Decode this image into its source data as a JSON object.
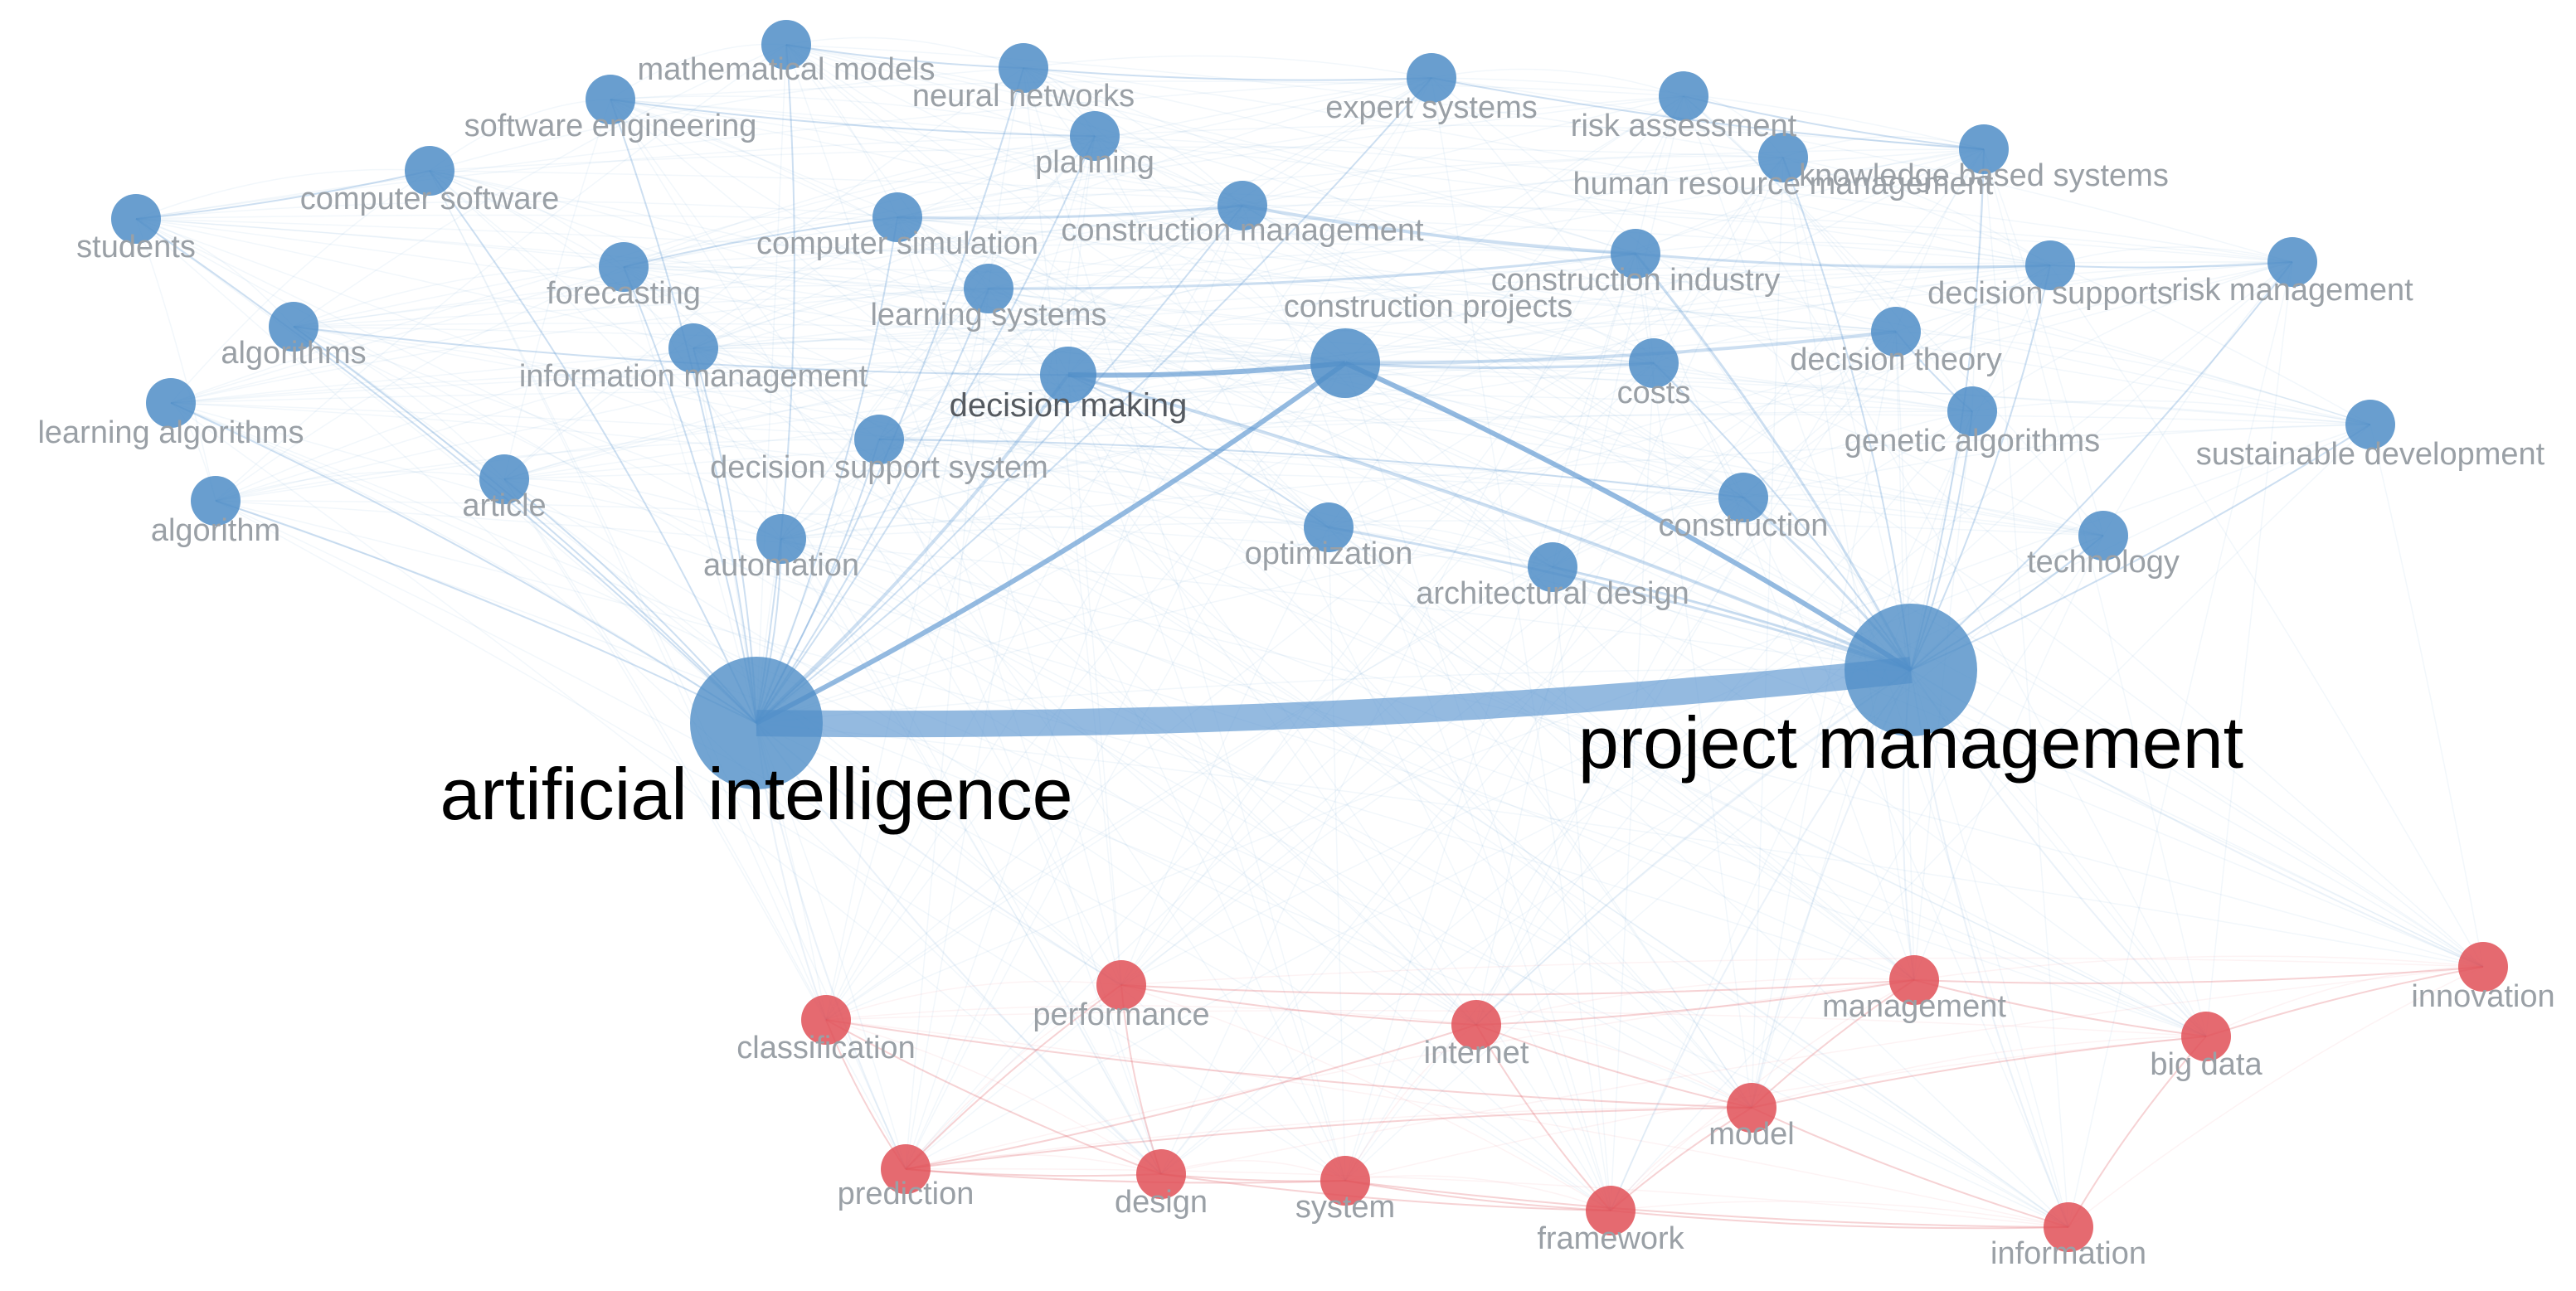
{
  "colors": {
    "cluster_blue": "#4f8dc7",
    "cluster_red": "#e05057",
    "edge_blue": "#5b95cf",
    "edge_red": "#e26a70",
    "label_minor": "#9aa0a6",
    "label_major": "#000000"
  },
  "nodes": [
    {
      "id": "artificial-intelligence",
      "label": "artificial intelligence",
      "cluster": "blue",
      "weight": 5
    },
    {
      "id": "project-management",
      "label": "project management",
      "cluster": "blue",
      "weight": 5
    },
    {
      "id": "decision-making",
      "label": "decision making",
      "cluster": "blue",
      "weight": 3
    },
    {
      "id": "construction-projects",
      "label": "construction projects",
      "cluster": "blue",
      "weight": 3
    },
    {
      "id": "mathematical-models",
      "label": "mathematical models",
      "cluster": "blue",
      "weight": 2
    },
    {
      "id": "neural-networks",
      "label": "neural networks",
      "cluster": "blue",
      "weight": 2
    },
    {
      "id": "expert-systems",
      "label": "expert systems",
      "cluster": "blue",
      "weight": 2
    },
    {
      "id": "risk-assessment",
      "label": "risk assessment",
      "cluster": "blue",
      "weight": 2
    },
    {
      "id": "software-engineering",
      "label": "software engineering",
      "cluster": "blue",
      "weight": 2
    },
    {
      "id": "planning",
      "label": "planning",
      "cluster": "blue",
      "weight": 2
    },
    {
      "id": "knowledge-based-systems",
      "label": "knowledge based systems",
      "cluster": "blue",
      "weight": 2
    },
    {
      "id": "human-resource-management",
      "label": "human resource management",
      "cluster": "blue",
      "weight": 2
    },
    {
      "id": "computer-software",
      "label": "computer software",
      "cluster": "blue",
      "weight": 2
    },
    {
      "id": "students",
      "label": "students",
      "cluster": "blue",
      "weight": 2
    },
    {
      "id": "computer-simulation",
      "label": "computer simulation",
      "cluster": "blue",
      "weight": 2
    },
    {
      "id": "construction-management",
      "label": "construction management",
      "cluster": "blue",
      "weight": 2
    },
    {
      "id": "forecasting",
      "label": "forecasting",
      "cluster": "blue",
      "weight": 2
    },
    {
      "id": "construction-industry",
      "label": "construction industry",
      "cluster": "blue",
      "weight": 2
    },
    {
      "id": "decision-supports",
      "label": "decision supports",
      "cluster": "blue",
      "weight": 2
    },
    {
      "id": "risk-management",
      "label": "risk management",
      "cluster": "blue",
      "weight": 2
    },
    {
      "id": "algorithms",
      "label": "algorithms",
      "cluster": "blue",
      "weight": 2
    },
    {
      "id": "learning-systems",
      "label": "learning systems",
      "cluster": "blue",
      "weight": 2
    },
    {
      "id": "information-management",
      "label": "information management",
      "cluster": "blue",
      "weight": 2
    },
    {
      "id": "decision-theory",
      "label": "decision theory",
      "cluster": "blue",
      "weight": 2
    },
    {
      "id": "costs",
      "label": "costs",
      "cluster": "blue",
      "weight": 2
    },
    {
      "id": "learning-algorithms",
      "label": "learning algorithms",
      "cluster": "blue",
      "weight": 2
    },
    {
      "id": "genetic-algorithms",
      "label": "genetic algorithms",
      "cluster": "blue",
      "weight": 2
    },
    {
      "id": "sustainable-development",
      "label": "sustainable development",
      "cluster": "blue",
      "weight": 2
    },
    {
      "id": "decision-support-system",
      "label": "decision support system",
      "cluster": "blue",
      "weight": 2
    },
    {
      "id": "algorithm",
      "label": "algorithm",
      "cluster": "blue",
      "weight": 2
    },
    {
      "id": "article",
      "label": "article",
      "cluster": "blue",
      "weight": 2
    },
    {
      "id": "automation",
      "label": "automation",
      "cluster": "blue",
      "weight": 2
    },
    {
      "id": "optimization",
      "label": "optimization",
      "cluster": "blue",
      "weight": 2
    },
    {
      "id": "architectural-design",
      "label": "architectural design",
      "cluster": "blue",
      "weight": 2
    },
    {
      "id": "construction",
      "label": "construction",
      "cluster": "blue",
      "weight": 2
    },
    {
      "id": "technology",
      "label": "technology",
      "cluster": "blue",
      "weight": 2
    },
    {
      "id": "performance",
      "label": "performance",
      "cluster": "red",
      "weight": 2
    },
    {
      "id": "classification",
      "label": "classification",
      "cluster": "red",
      "weight": 2
    },
    {
      "id": "internet",
      "label": "internet",
      "cluster": "red",
      "weight": 2
    },
    {
      "id": "management",
      "label": "management",
      "cluster": "red",
      "weight": 2
    },
    {
      "id": "innovation",
      "label": "innovation",
      "cluster": "red",
      "weight": 2
    },
    {
      "id": "big-data",
      "label": "big data",
      "cluster": "red",
      "weight": 2
    },
    {
      "id": "model",
      "label": "model",
      "cluster": "red",
      "weight": 2
    },
    {
      "id": "prediction",
      "label": "prediction",
      "cluster": "red",
      "weight": 2
    },
    {
      "id": "design",
      "label": "design",
      "cluster": "red",
      "weight": 2
    },
    {
      "id": "system",
      "label": "system",
      "cluster": "red",
      "weight": 2
    },
    {
      "id": "framework",
      "label": "framework",
      "cluster": "red",
      "weight": 2
    },
    {
      "id": "information",
      "label": "information",
      "cluster": "red",
      "weight": 2
    }
  ],
  "edges": [
    [
      "artificial-intelligence",
      "project-management",
      10
    ],
    [
      "artificial-intelligence",
      "construction-projects",
      3
    ],
    [
      "artificial-intelligence",
      "decision-making",
      2
    ],
    [
      "project-management",
      "construction-projects",
      3
    ],
    [
      "project-management",
      "decision-making",
      2
    ],
    [
      "decision-making",
      "construction-projects",
      3
    ],
    [
      "construction-projects",
      "decision-theory",
      2
    ],
    [
      "construction-projects",
      "costs",
      1.5
    ],
    [
      "construction-management",
      "construction-industry",
      2
    ],
    [
      "construction-simulation",
      "construction-management",
      1
    ],
    [
      "computer-simulation",
      "construction-management",
      1.5
    ],
    [
      "computer-simulation",
      "forecasting",
      1
    ],
    [
      "learning-systems",
      "construction-industry",
      1.5
    ],
    [
      "students",
      "computer-software",
      1
    ],
    [
      "algorithms",
      "decision-making",
      1
    ],
    [
      "construction-industry",
      "decision-supports",
      1.5
    ],
    [
      "decision-supports",
      "risk-management",
      1
    ],
    [
      "risk-assessment",
      "knowledge-based-systems",
      1
    ],
    [
      "expert-systems",
      "knowledge-based-systems",
      1
    ],
    [
      "neural-networks",
      "expert-systems",
      1
    ],
    [
      "mathematical-models",
      "neural-networks",
      1
    ],
    [
      "software-engineering",
      "planning",
      1
    ],
    [
      "decision-theory",
      "genetic-algorithms",
      1
    ],
    [
      "construction",
      "decision-support-system",
      1
    ],
    [
      "optimization",
      "decision-making",
      1
    ],
    [
      "project-management",
      "construction",
      1.5
    ],
    [
      "project-management",
      "architectural-design",
      1.5
    ],
    [
      "project-management",
      "optimization",
      1.5
    ],
    [
      "project-management",
      "construction-industry",
      1.5
    ],
    [
      "project-management",
      "knowledge-based-systems",
      1
    ],
    [
      "project-management",
      "technology",
      1
    ],
    [
      "project-management",
      "sustainable-development",
      1
    ],
    [
      "project-management",
      "risk-management",
      1
    ],
    [
      "project-management",
      "decision-supports",
      1
    ],
    [
      "project-management",
      "genetic-algorithms",
      1
    ],
    [
      "project-management",
      "human-resource-management",
      1
    ],
    [
      "project-management",
      "costs",
      1
    ],
    [
      "artificial-intelligence",
      "forecasting",
      1
    ],
    [
      "artificial-intelligence",
      "information-management",
      1
    ],
    [
      "artificial-intelligence",
      "algorithms",
      1
    ],
    [
      "artificial-intelligence",
      "learning-algorithms",
      1
    ],
    [
      "artificial-intelligence",
      "algorithm",
      1
    ],
    [
      "artificial-intelligence",
      "article",
      1
    ],
    [
      "artificial-intelligence",
      "automation",
      1
    ],
    [
      "artificial-intelligence",
      "decision-support-system",
      1
    ],
    [
      "artificial-intelligence",
      "learning-systems",
      1
    ],
    [
      "artificial-intelligence",
      "computer-simulation",
      1
    ],
    [
      "artificial-intelligence",
      "expert-systems",
      1
    ],
    [
      "artificial-intelligence",
      "neural-networks",
      1
    ],
    [
      "artificial-intelligence",
      "planning",
      1
    ],
    [
      "artificial-intelligence",
      "construction-management",
      1
    ],
    [
      "artificial-intelligence",
      "students",
      1
    ],
    [
      "artificial-intelligence",
      "mathematical-models",
      1
    ],
    [
      "artificial-intelligence",
      "software-engineering",
      1
    ],
    [
      "artificial-intelligence",
      "computer-software",
      1
    ],
    [
      "artificial-intelligence",
      "prediction",
      1
    ],
    [
      "artificial-intelligence",
      "classification",
      1
    ],
    [
      "artificial-intelligence",
      "design",
      1
    ],
    [
      "artificial-intelligence",
      "performance",
      1
    ],
    [
      "project-management",
      "management",
      1
    ],
    [
      "project-management",
      "big-data",
      1
    ],
    [
      "project-management",
      "innovation",
      1
    ],
    [
      "project-management",
      "information",
      1
    ],
    [
      "project-management",
      "model",
      1
    ],
    [
      "project-management",
      "framework",
      1
    ],
    [
      "project-management",
      "internet",
      1
    ],
    [
      "performance",
      "internet",
      1
    ],
    [
      "performance",
      "management",
      1
    ],
    [
      "performance",
      "design",
      1
    ],
    [
      "performance",
      "prediction",
      1
    ],
    [
      "classification",
      "prediction",
      1
    ],
    [
      "classification",
      "design",
      1
    ],
    [
      "classification",
      "model",
      1
    ],
    [
      "internet",
      "management",
      1
    ],
    [
      "internet",
      "model",
      1
    ],
    [
      "internet",
      "framework",
      1
    ],
    [
      "management",
      "big-data",
      1
    ],
    [
      "management",
      "model",
      1
    ],
    [
      "management",
      "innovation",
      1
    ],
    [
      "big-data",
      "model",
      1
    ],
    [
      "big-data",
      "information",
      1
    ],
    [
      "model",
      "framework",
      1
    ],
    [
      "model",
      "information",
      1
    ],
    [
      "model",
      "prediction",
      1
    ],
    [
      "prediction",
      "design",
      1
    ],
    [
      "prediction",
      "system",
      1
    ],
    [
      "design",
      "system",
      1
    ],
    [
      "design",
      "framework",
      1
    ],
    [
      "system",
      "framework",
      1
    ],
    [
      "system",
      "information",
      1
    ],
    [
      "framework",
      "information",
      1
    ],
    [
      "innovation",
      "big-data",
      1
    ],
    [
      "prediction",
      "internet",
      1
    ]
  ]
}
